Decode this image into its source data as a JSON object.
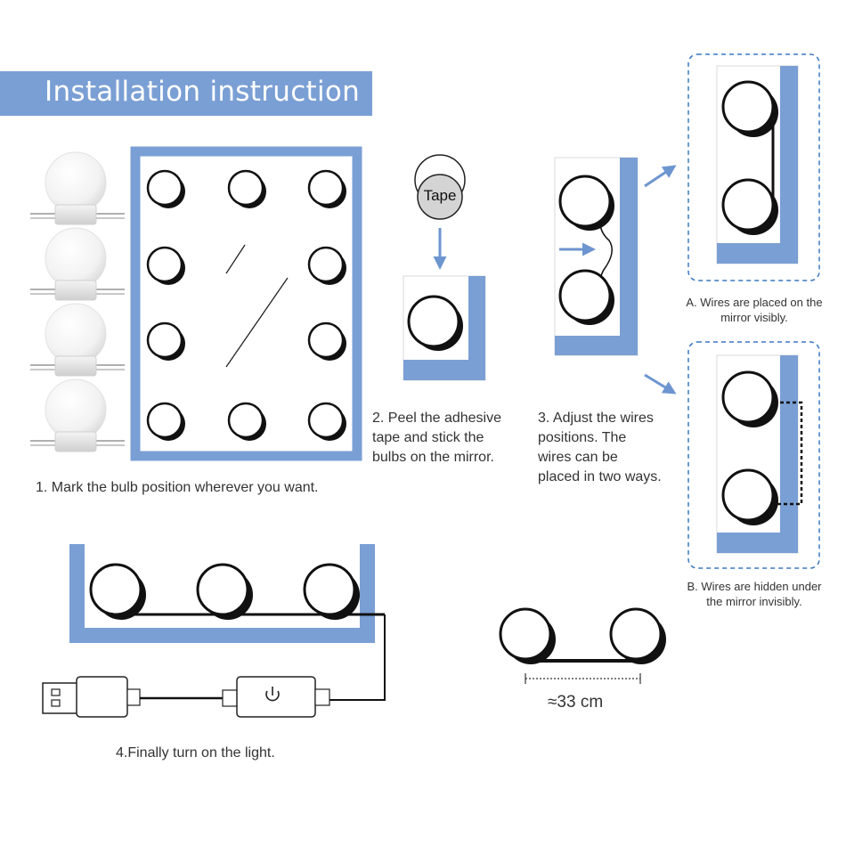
{
  "title": "Installation instruction",
  "steps": {
    "step1": "1. Mark the bulb position wherever you want.",
    "step2": [
      "2. Peel the adhesive",
      "tape and stick the",
      "bulbs on the mirror."
    ],
    "step3": [
      "3. Adjust the wires",
      "positions. The",
      "wires can be",
      "placed in two ways."
    ],
    "step4": "4.Finally turn on the light."
  },
  "options": {
    "a": [
      "A. Wires are placed on the",
      "mirror visibly."
    ],
    "b": [
      "B. Wires are hidden under",
      "the mirror invisibly."
    ]
  },
  "tape_label": "Tape",
  "distance_label": "≈33 cm",
  "colors": {
    "accent": "#7a9fd4",
    "dashed_frame": "#3b78c2",
    "bulb": "#111111",
    "text": "#333333"
  },
  "icons": [
    "bulb-icon",
    "mirror-icon",
    "tape-roll-icon",
    "arrow-down-icon",
    "arrow-right-icon",
    "usb-plug-icon",
    "power-switch-icon"
  ]
}
